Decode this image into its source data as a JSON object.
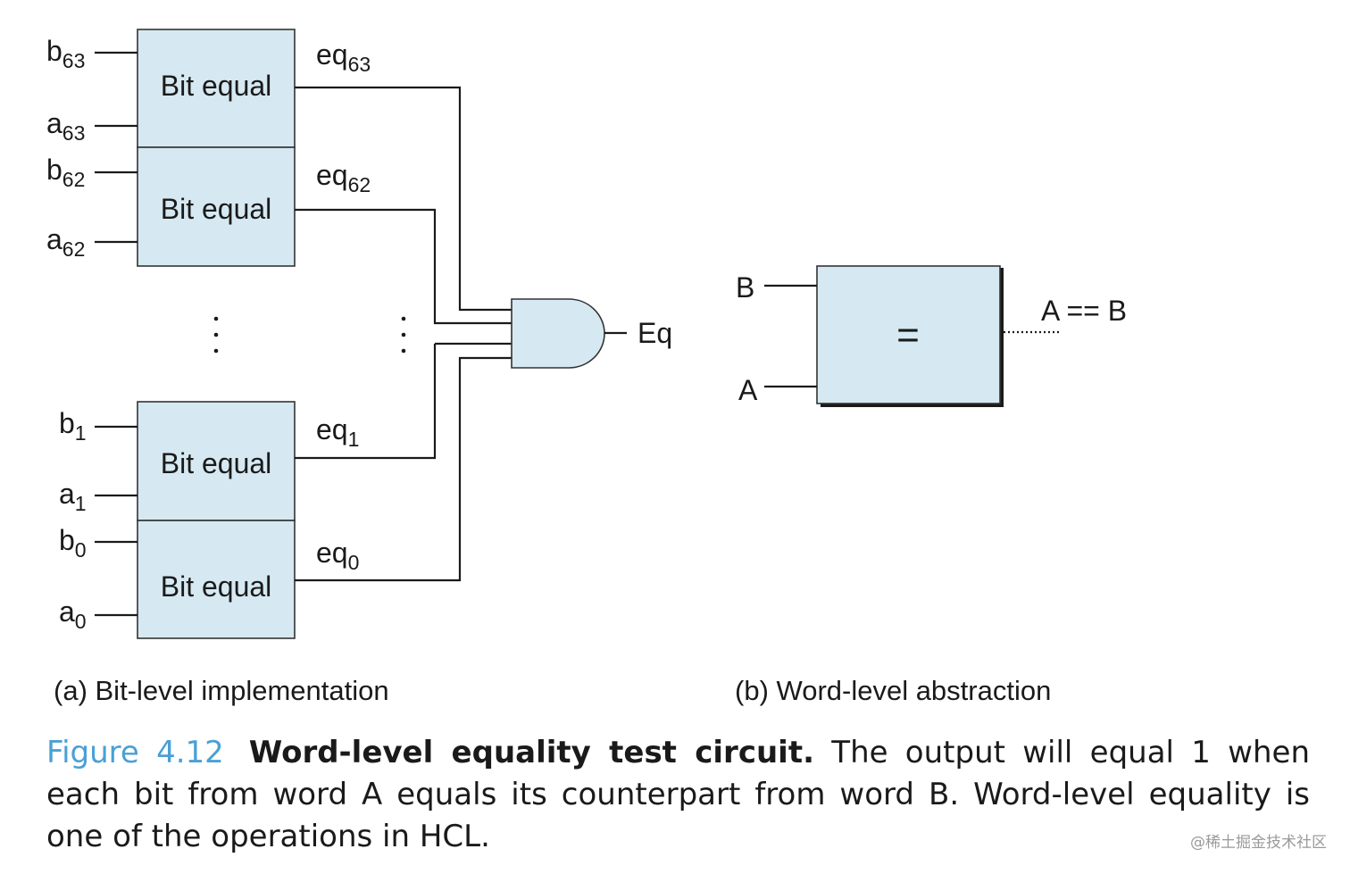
{
  "bit_equal_blocks": [
    {
      "label": "Bit equal",
      "input_b": "b",
      "b_sub": "63",
      "input_a": "a",
      "a_sub": "63",
      "output": "eq",
      "out_sub": "63"
    },
    {
      "label": "Bit equal",
      "input_b": "b",
      "b_sub": "62",
      "input_a": "a",
      "a_sub": "62",
      "output": "eq",
      "out_sub": "62"
    },
    {
      "label": "Bit equal",
      "input_b": "b",
      "b_sub": "1",
      "input_a": "a",
      "a_sub": "1",
      "output": "eq",
      "out_sub": "1"
    },
    {
      "label": "Bit equal",
      "input_b": "b",
      "b_sub": "0",
      "input_a": "a",
      "a_sub": "0",
      "output": "eq",
      "out_sub": "0"
    }
  ],
  "and_gate_output": "Eq",
  "word_level": {
    "input_top": "B",
    "input_bottom": "A",
    "symbol": "=",
    "output": "A == B"
  },
  "panel_captions": {
    "a": "(a) Bit-level implementation",
    "b": "(b) Word-level abstraction"
  },
  "figure_caption": {
    "number": "Figure 4.12",
    "title": "Word-level equality test circuit.",
    "body": "The output will equal 1 when each bit from word A equals its counterpart from word B. Word-level equality is one of the operations in HCL."
  },
  "watermark": "@稀土掘金技术社区"
}
